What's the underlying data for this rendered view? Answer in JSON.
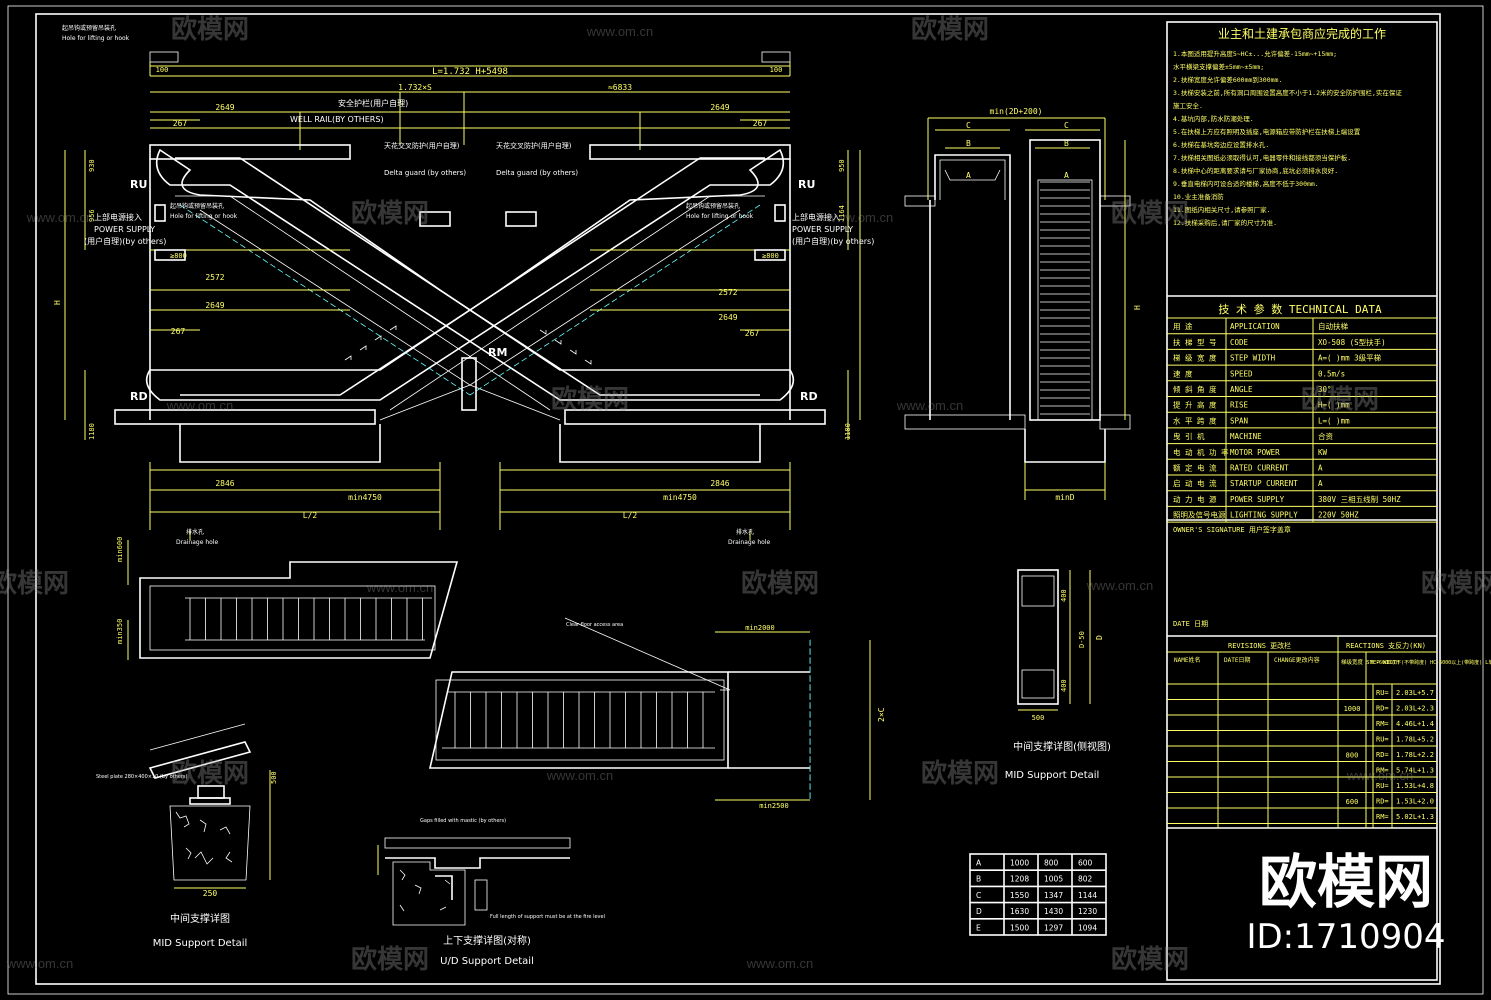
{
  "title_block": {
    "owner_header": "业主和土建承包商应完成的工作",
    "notes": [
      "1.本图适用提升高度5~HC±...允许偏差-15mm~+15mm;",
      "  水平横梁支撑偏差±5mm~±5mm;",
      "2.扶梯宽度允许偏差600mm到300mm.",
      "3.扶梯安装之前,所有洞口周围设置高度不小于1.2米的安全防护围栏,实在保证",
      "  施工安全.",
      "4.基坑内部,防水防潮处理.",
      "5.在扶梯上方应有照明及插座,电源箱应带防护栏在扶梯上端设置",
      "6.扶梯在基坑旁边应设置排水孔.",
      "7.扶梯相关图纸必须取得认可,电器零件和接线都须当保护板.",
      "8.扶梯中心的距离要求请与厂家协商,底坑必须排水良好.",
      "9.垂直电梯内可设合适的楼梯,高度不低于300mm.",
      "10.业主准备消防",
      "11.图纸内相关尺寸,请参照厂家.",
      "12.扶梯采购后,请厂家的尺寸为准."
    ],
    "tech_header": "技 术 参 数  TECHNICAL DATA",
    "tech_rows": [
      {
        "cn": "用    途",
        "en": "APPLICATION",
        "val": "自动扶梯"
      },
      {
        "cn": "扶 梯 型 号",
        "en": "CODE",
        "val": "XO-508 (S型扶手)"
      },
      {
        "cn": "梯 级 宽 度",
        "en": "STEP WIDTH",
        "val": "A=(    )mm   3级平梯"
      },
      {
        "cn": "速    度",
        "en": "SPEED",
        "val": "0.5m/s"
      },
      {
        "cn": "倾 斜 角 度",
        "en": "ANGLE",
        "val": "30°"
      },
      {
        "cn": "提 升 高 度",
        "en": "RISE",
        "val": "H=(    )mm"
      },
      {
        "cn": "水 平 跨 度",
        "en": "SPAN",
        "val": "L=(    )mm"
      },
      {
        "cn": "曳 引 机",
        "en": "MACHINE",
        "val": "合资"
      },
      {
        "cn": "电 动 机 功 率",
        "en": "MOTOR POWER",
        "val": "KW"
      },
      {
        "cn": "额 定 电 流",
        "en": "RATED CURRENT",
        "val": "A"
      },
      {
        "cn": "启 动 电 流",
        "en": "STARTUP CURRENT",
        "val": "A"
      },
      {
        "cn": "动 力 电 源",
        "en": "POWER SUPPLY",
        "val": "380V 三相五线制 50HZ"
      },
      {
        "cn": "照明及信号电源",
        "en": "LIGHTING SUPPLY",
        "val": "220V 50HZ"
      }
    ],
    "owner_signature": "OWNER'S SIGNATURE 用户签字盖章",
    "date": "DATE 日期",
    "revisions": "REVISIONS 更改栏",
    "rev_cols": [
      "NAME姓名",
      "DATE日期",
      "CHANGE更改内容"
    ],
    "reactions": "REACTIONS 支反力(KN)",
    "step_width": "梯级宽度 STEP WIDTH",
    "reaction_head": "HC-6000以下(不带跨度) HC-6000以上(带跨度) L单位m",
    "reaction_groups": [
      {
        "width": "1000",
        "rows": [
          [
            "RU=",
            "2.03L+5.7"
          ],
          [
            "RD=",
            "2.03L+2.3"
          ],
          [
            "RM=",
            "4.46L+1.4"
          ]
        ]
      },
      {
        "width": "800",
        "rows": [
          [
            "RU=",
            "1.78L+5.2"
          ],
          [
            "RD=",
            "1.78L+2.2"
          ],
          [
            "RM=",
            "5.74L+1.3"
          ]
        ]
      },
      {
        "width": "600",
        "rows": [
          [
            "RU=",
            "1.53L+4.8"
          ],
          [
            "RD=",
            "1.53L+2.0"
          ],
          [
            "RM=",
            "5.02L+1.3"
          ]
        ]
      }
    ]
  },
  "elevation": {
    "dims_top": [
      "L=1.732 H+5498",
      "1.732×S",
      "≈6833",
      "2649",
      "2649",
      "267",
      "267",
      "100",
      "100"
    ],
    "labels": {
      "safety": "安全护栏(用户自理)",
      "safety_en": "WELL RAIL(BY OTHERS)",
      "delta_guard_cn": "天花交叉防护(用户自理)",
      "delta_guard_en": "Delta guard (by others)",
      "ru": "RU",
      "rd": "RD",
      "rm": "RM",
      "power_cn": "上部电源接入",
      "power_en": "POWER SUPPLY",
      "power_by": "(用户自理)(by others)",
      "hook_cn": "起吊钩或预留吊装孔",
      "hook_en": "Hole for lifting or hook",
      "drain_cn": "排水孔",
      "drain_en": "Drainage hole"
    },
    "dims_bottom": [
      "2846",
      "min4750",
      "L/2",
      "L/2",
      "min4750",
      "2846",
      "2572",
      "2572",
      "2649",
      "2649",
      "267",
      "267"
    ],
    "dims_side": [
      "930",
      "956",
      "1164",
      "950",
      "1180",
      "1180",
      "H"
    ],
    "pit_dim": "≥800"
  },
  "section": {
    "top": "min(2D+200)",
    "labels": [
      "C",
      "B",
      "A",
      "C",
      "B",
      "A",
      "H",
      "minD"
    ]
  },
  "details": {
    "mid_support_cn": "中间支撑详图",
    "mid_support_en": "MID Support Detail",
    "mid_side_cn": "中间支撑详图(侧视图)",
    "mid_side_en": "MID Support Detail",
    "ud_cn": "上下支撑详图(对称)",
    "ud_en": "U/D Support Detail",
    "dims": [
      "min600",
      "min350",
      "min2000",
      "min2500",
      "2×C",
      "500",
      "400",
      "400",
      "D-50",
      "D",
      "250",
      "500"
    ],
    "steel_plate": "Steel plate 280×400×10 (by others)",
    "gaps": "Gaps filled with mastic (by others)",
    "clear_floor": "Clear floor access area",
    "full_length": "Full length of support must be at the fire level"
  },
  "dim_table": {
    "rows": [
      [
        "A",
        "1000",
        "800",
        "600"
      ],
      [
        "B",
        "1208",
        "1005",
        "802"
      ],
      [
        "C",
        "1550",
        "1347",
        "1144"
      ],
      [
        "D",
        "1630",
        "1430",
        "1230"
      ],
      [
        "E",
        "1500",
        "1297",
        "1094"
      ]
    ]
  },
  "watermark": {
    "brand": "欧模网",
    "site": "www.om.cn",
    "id": "ID:1710904"
  }
}
